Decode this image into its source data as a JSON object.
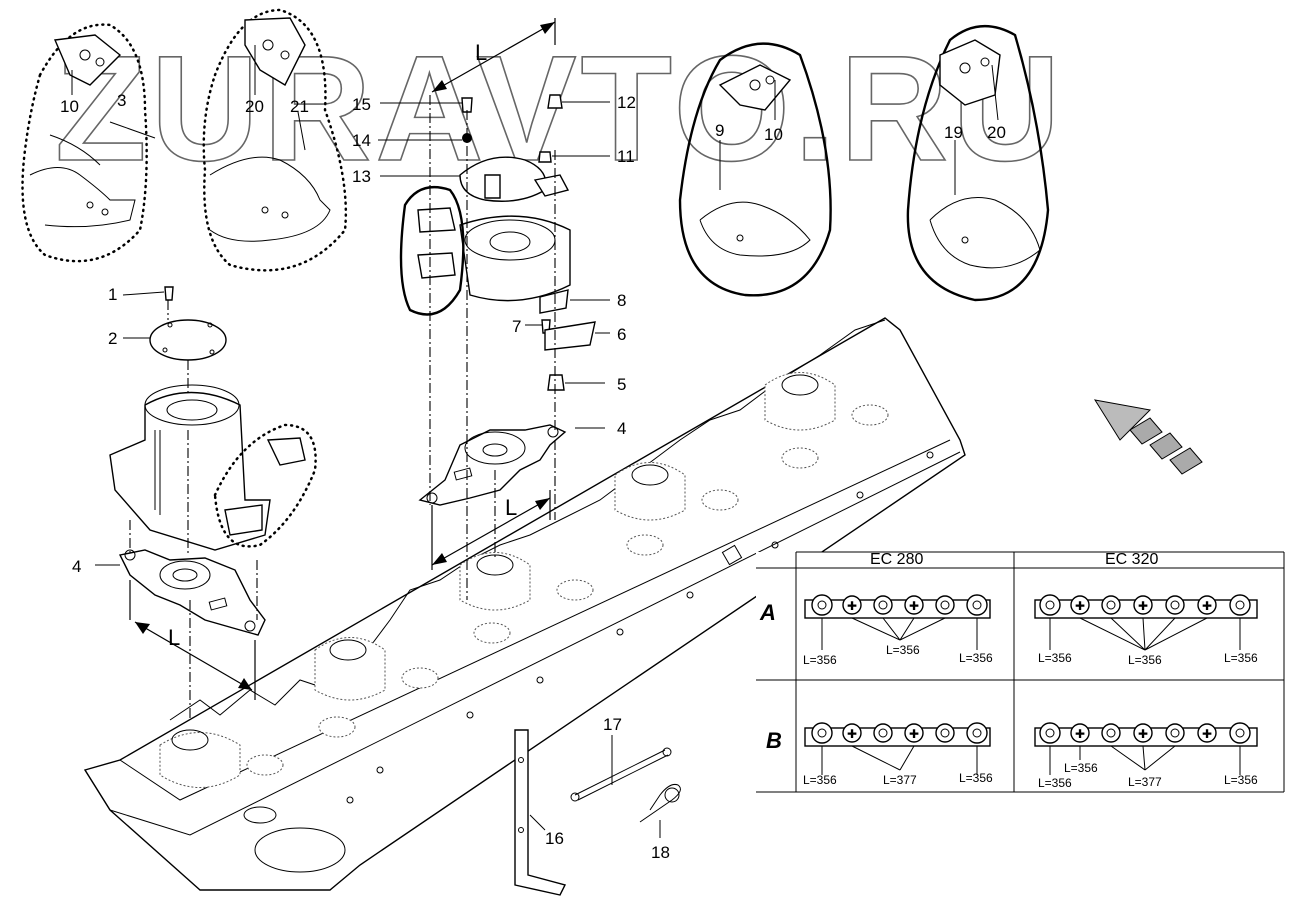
{
  "watermark": "ZURAVTO.RU",
  "dimension_symbol": "L",
  "callouts": {
    "c1": "1",
    "c2": "2",
    "c3": "3",
    "c4a": "4",
    "c4b": "4",
    "c5": "5",
    "c6": "6",
    "c7": "7",
    "c8": "8",
    "c9": "9",
    "c10a": "10",
    "c10b": "10",
    "c11": "11",
    "c12": "12",
    "c13": "13",
    "c14": "14",
    "c15": "15",
    "c16": "16",
    "c17": "17",
    "c18": "18",
    "c19": "19",
    "c20a": "20",
    "c20b": "20",
    "c21": "21"
  },
  "table": {
    "col1": "EC 280",
    "col2": "EC 320",
    "rowA": "A",
    "rowB": "B",
    "a280_left": "L=356",
    "a280_mid": "L=356",
    "a280_right": "L=356",
    "a320_left": "L=356",
    "a320_mid": "L=356",
    "a320_right": "L=356",
    "b280_left": "L=356",
    "b280_mid": "L=377",
    "b280_right": "L=356",
    "b320_left": "L=356",
    "b320_left2": "L=356",
    "b320_mid": "L=377",
    "b320_right": "L=356"
  }
}
